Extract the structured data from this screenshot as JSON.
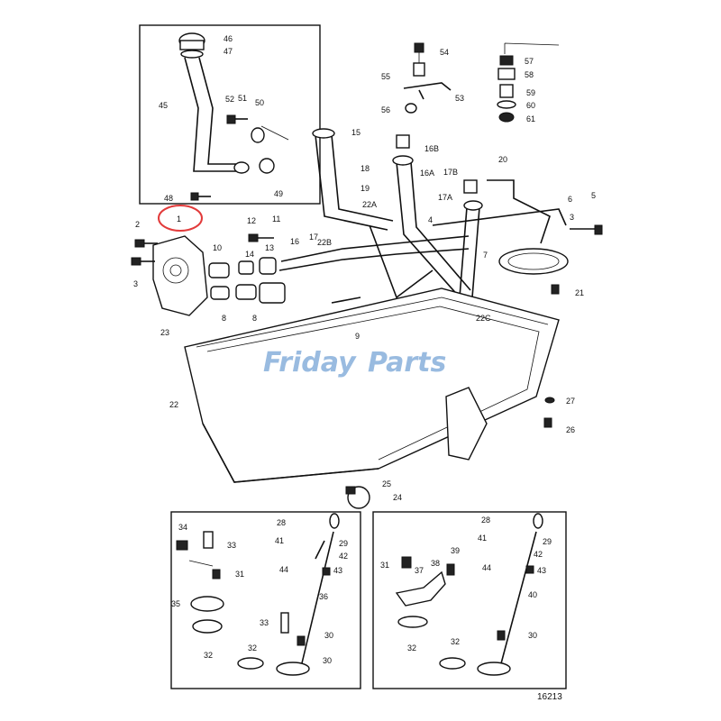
{
  "watermark": {
    "part1": "Friday",
    "part2": "Parts"
  },
  "drawing_number": "16213",
  "highlight_color": "#e23b3b",
  "watermark_color": "#8fb4dd",
  "callouts": {
    "c1": "1",
    "c2": "2",
    "c3": "3",
    "c4": "4",
    "c5": "5",
    "c6": "6",
    "c7": "7",
    "c8a": "8",
    "c8b": "8",
    "c9": "9",
    "c10": "10",
    "c11": "11",
    "c12": "12",
    "c13": "13",
    "c14": "14",
    "c15": "15",
    "c16": "16",
    "c16a": "16A",
    "c16b": "16B",
    "c17": "17",
    "c17a": "17A",
    "c17b": "17B",
    "c18": "18",
    "c19": "19",
    "c20": "20",
    "c21": "21",
    "c22": "22",
    "c22a": "22A",
    "c22b": "22B",
    "c22c": "22C",
    "c23": "23",
    "c24": "24",
    "c25": "25",
    "c26": "26",
    "c27": "27",
    "c45": "45",
    "c46": "46",
    "c47": "47",
    "c48": "48",
    "c49": "49",
    "c50": "50",
    "c51": "51",
    "c52": "52",
    "c53": "53",
    "c54": "54",
    "c55": "55",
    "c56": "56",
    "c57": "57",
    "c58": "58",
    "c59": "59",
    "c60": "60",
    "c61": "61",
    "l28": "28",
    "l29": "29",
    "l30a": "30",
    "l30b": "30",
    "l31": "31",
    "l32a": "32",
    "l32b": "32",
    "l33a": "33",
    "l33b": "33",
    "l34": "34",
    "l35": "35",
    "l36": "36",
    "l41": "41",
    "l42": "42",
    "l43": "43",
    "l44": "44",
    "r28": "28",
    "r29": "29",
    "r30": "30",
    "r31": "31",
    "r32a": "32",
    "r32b": "32",
    "r37": "37",
    "r38": "38",
    "r39": "39",
    "r40": "40",
    "r41": "41",
    "r42": "42",
    "r43": "43",
    "r44": "44"
  }
}
